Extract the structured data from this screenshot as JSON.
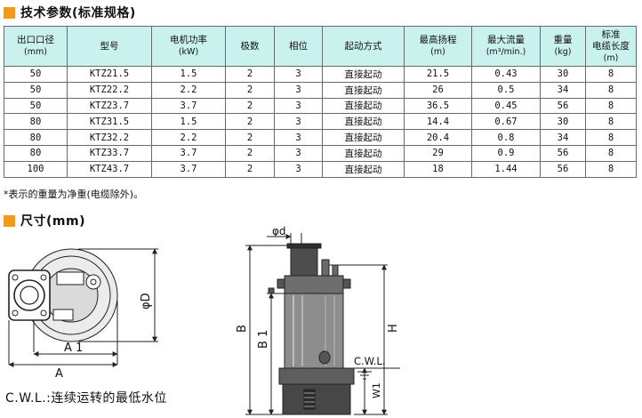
{
  "section1": {
    "title": "技术参数(标准规格)"
  },
  "table": {
    "headers": [
      {
        "main": "出口口径",
        "sub": "(mm)"
      },
      {
        "main": "型号",
        "sub": ""
      },
      {
        "main": "电机功率",
        "sub": "(kW)"
      },
      {
        "main": "极数",
        "sub": ""
      },
      {
        "main": "相位",
        "sub": ""
      },
      {
        "main": "起动方式",
        "sub": ""
      },
      {
        "main": "最高扬程",
        "sub": "(m)"
      },
      {
        "main": "最大流量",
        "sub": "(m³/min.)"
      },
      {
        "main": "重量",
        "sub": "(kg)"
      },
      {
        "main": "标准\n电缆长度",
        "sub": "(m)"
      }
    ],
    "rows": [
      [
        "50",
        "KTZ21.5",
        "1.5",
        "2",
        "3",
        "直接起动",
        "21.5",
        "0.43",
        "30",
        "8"
      ],
      [
        "50",
        "KTZ22.2",
        "2.2",
        "2",
        "3",
        "直接起动",
        "26",
        "0.5",
        "34",
        "8"
      ],
      [
        "50",
        "KTZ23.7",
        "3.7",
        "2",
        "3",
        "直接起动",
        "36.5",
        "0.45",
        "56",
        "8"
      ],
      [
        "80",
        "KTZ31.5",
        "1.5",
        "2",
        "3",
        "直接起动",
        "14.4",
        "0.67",
        "30",
        "8"
      ],
      [
        "80",
        "KTZ32.2",
        "2.2",
        "2",
        "3",
        "直接起动",
        "20.4",
        "0.8",
        "34",
        "8"
      ],
      [
        "80",
        "KTZ33.7",
        "3.7",
        "2",
        "3",
        "直接起动",
        "29",
        "0.9",
        "56",
        "8"
      ],
      [
        "100",
        "KTZ43.7",
        "3.7",
        "2",
        "3",
        "直接起动",
        "18",
        "1.44",
        "56",
        "8"
      ]
    ]
  },
  "note": "*表示的重量为净重(电缆除外)。",
  "section2": {
    "title": "尺寸(mm)"
  },
  "drawing": {
    "top_view": {
      "label_a": "A",
      "label_a1": "A 1",
      "label_d": "φD"
    },
    "side_view": {
      "label_phid": "φd",
      "label_b": "B",
      "label_b1": "B 1",
      "label_h": "H",
      "label_cwl": "C.W.L.",
      "label_w1": "W1"
    }
  },
  "caption": "C.W.L.:连续运转的最低水位",
  "colors": {
    "marker": "#f39a1e",
    "header_bg": "#c9f1ee",
    "grid": "#6a6a6a",
    "pump_dark": "#474747",
    "pump_mid": "#8d8d8d"
  }
}
